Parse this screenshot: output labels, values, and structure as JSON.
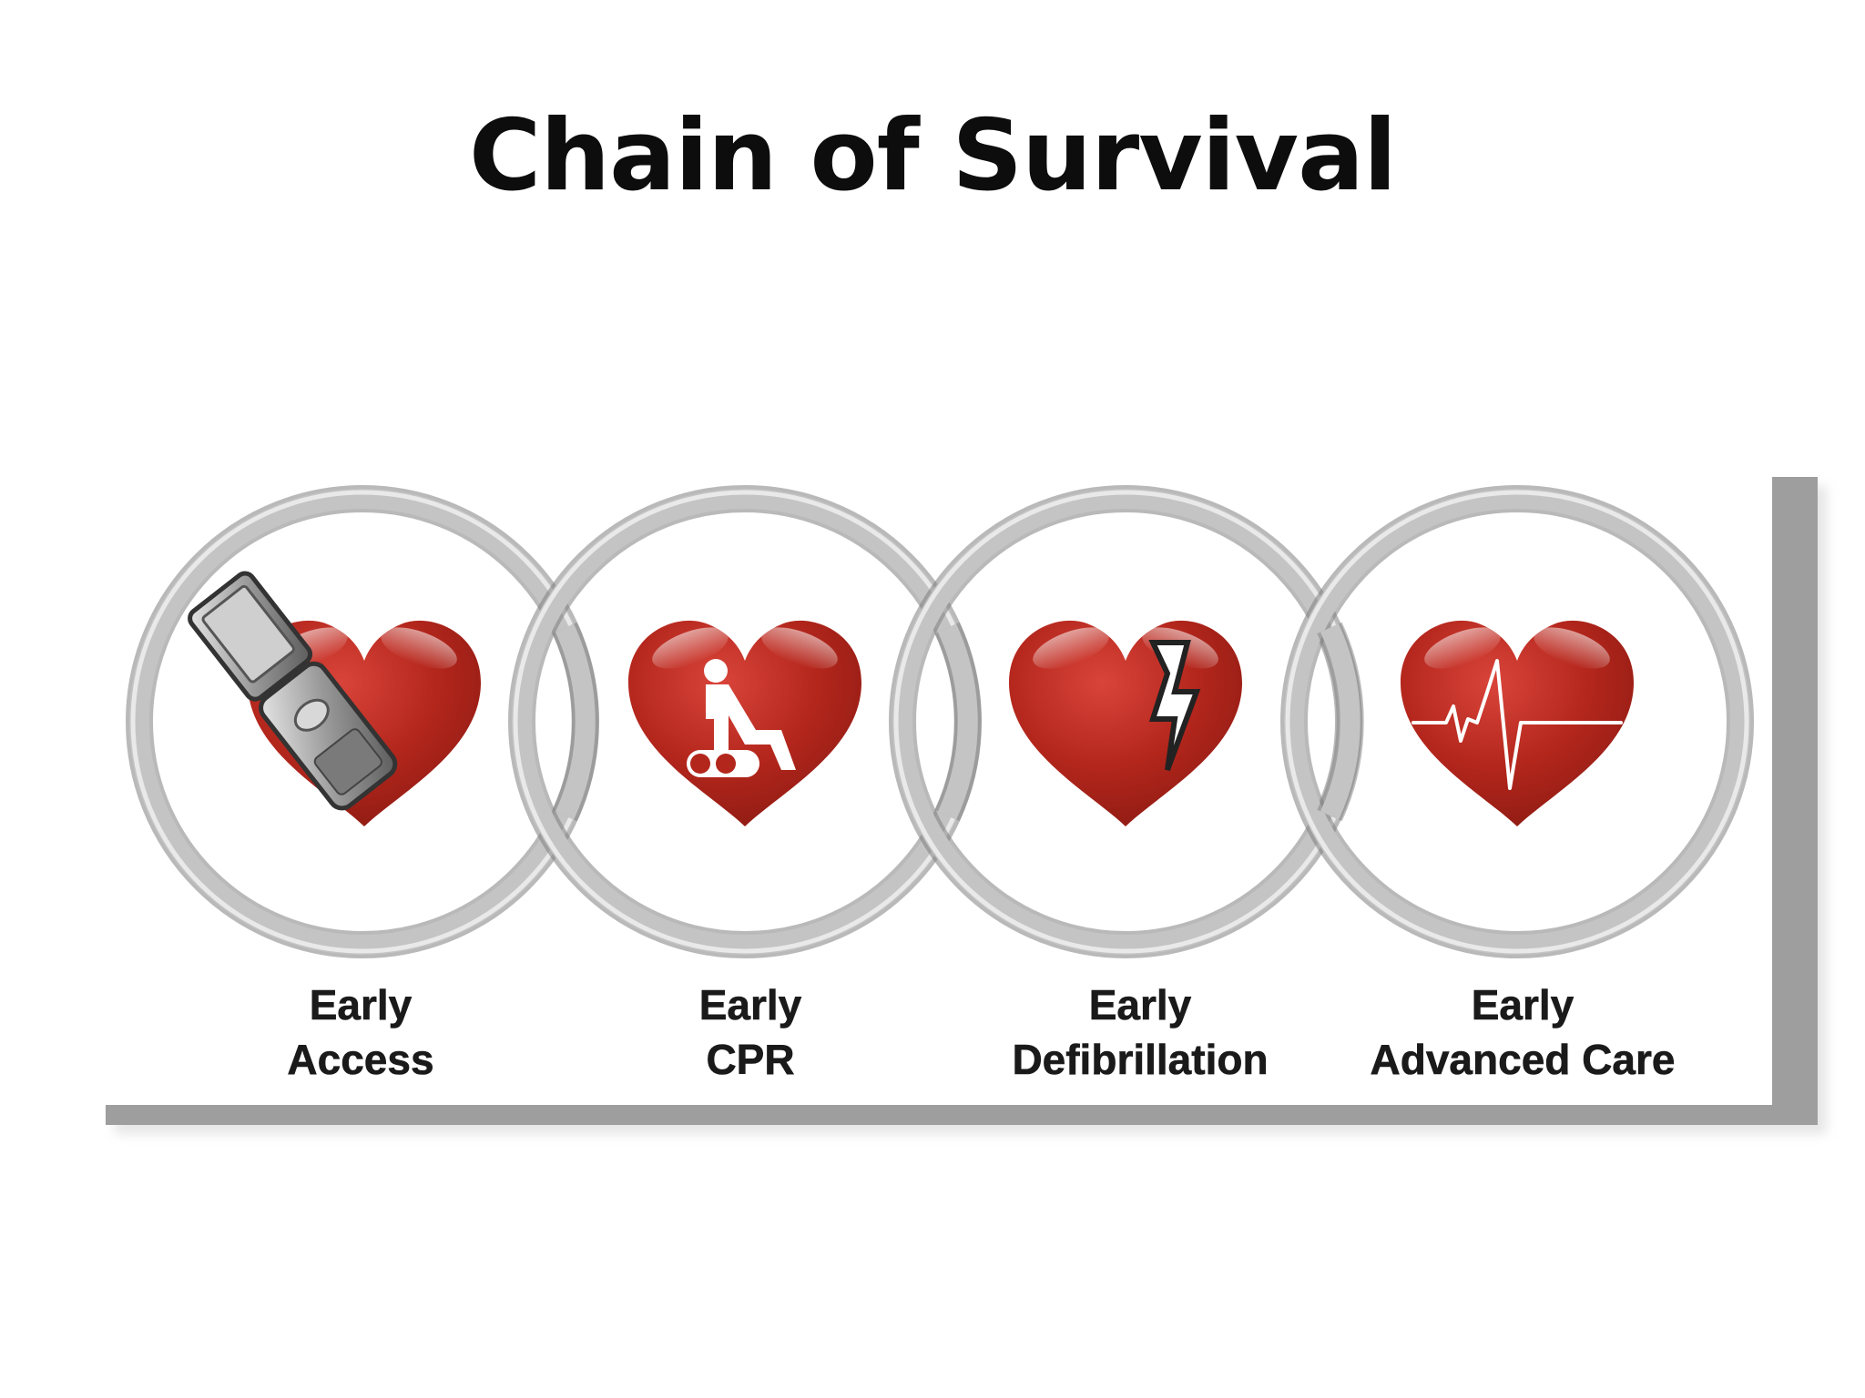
{
  "slide": {
    "title": "Chain of Survival"
  },
  "chain": {
    "colors": {
      "heart": "#b02a1e",
      "heart_highlight": "#d9534a",
      "ring": "#bcbcbc",
      "ring_dark": "#8a8a8a",
      "label_text": "#1a1a1a"
    },
    "links": [
      {
        "line1": "Early",
        "line2": "Access",
        "icon": "phone-icon"
      },
      {
        "line1": "Early",
        "line2": "CPR",
        "icon": "cpr-person-icon"
      },
      {
        "line1": "Early",
        "line2": "Defibrillation",
        "icon": "lightning-bolt-icon"
      },
      {
        "line1": "Early",
        "line2": "Advanced Care",
        "icon": "heartbeat-line-icon"
      }
    ]
  }
}
